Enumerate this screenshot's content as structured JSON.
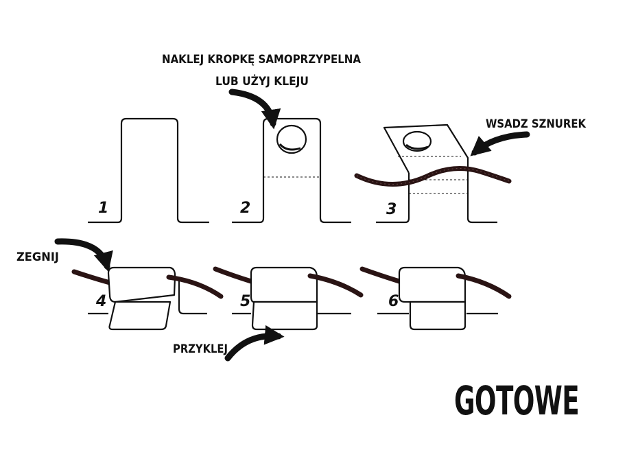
{
  "annotations": {
    "sticker_line1": "NAKLEJ KROPKĘ SAMOPRZYPELNA",
    "sticker_line2": "LUB UŻYJ KLEJU",
    "insert_string": "WSADZ SZNUREK",
    "fold": "ZEGNIJ",
    "glue": "PRZYKLEJ"
  },
  "steps": [
    "1",
    "2",
    "3",
    "4",
    "5",
    "6"
  ],
  "done_label": "GOTOWE",
  "colors": {
    "line": "#111111",
    "rope": "#2a1414"
  }
}
